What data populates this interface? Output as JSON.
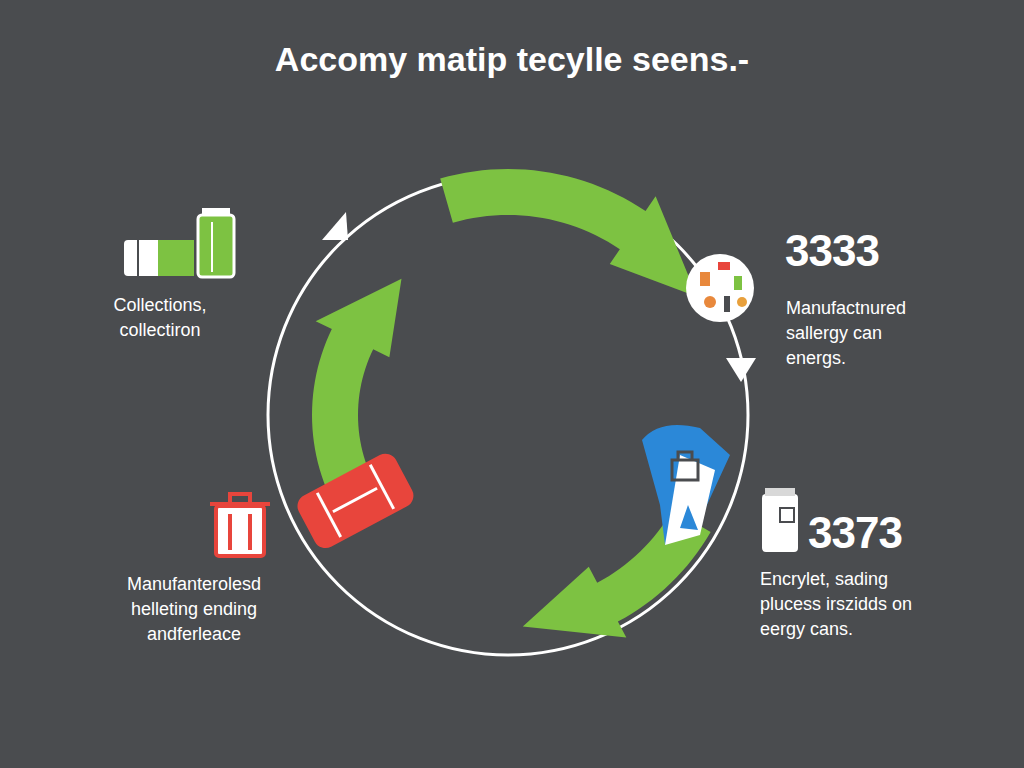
{
  "diagram": {
    "title": "Accomy matip tecylle seens.-",
    "labels": [
      "Collections, collectiron",
      "3333",
      "Manufactnured sallergy can energs.",
      "3373",
      "Encrylet, sading plucess irszidds on eergy cans.",
      "Manufanterolesd helleting ending andferleace"
    ]
  }
}
